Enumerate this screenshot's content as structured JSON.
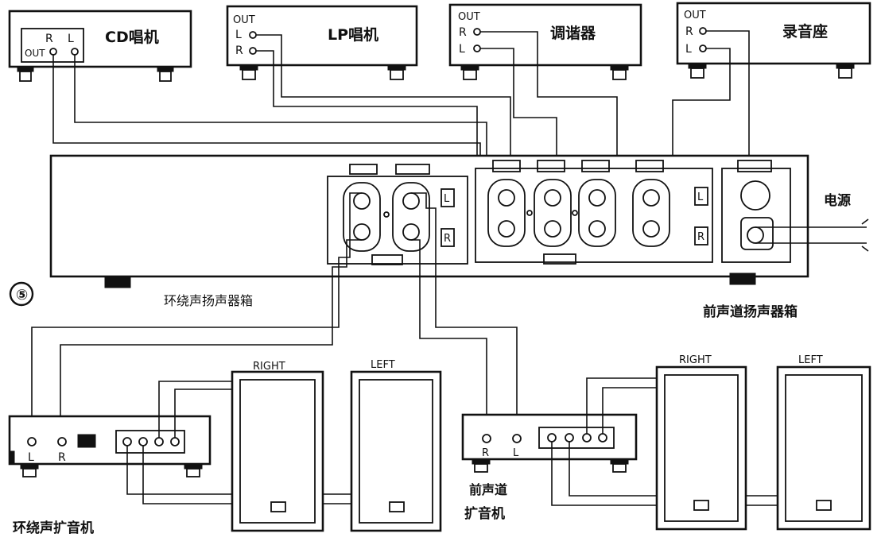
{
  "figure_number": "⑤",
  "sources": {
    "cd": {
      "name": "CD唱机",
      "out": "OUT",
      "r": "R",
      "l": "L"
    },
    "lp": {
      "name": "LP唱机",
      "out": "OUT",
      "l": "L",
      "r": "R"
    },
    "tuner": {
      "name": "调谐器",
      "out": "OUT",
      "r": "R",
      "l": "L"
    },
    "tape": {
      "name": "录音座",
      "out": "OUT",
      "r": "R",
      "l": "L"
    }
  },
  "cabinet": {
    "l": "L",
    "r": "R",
    "power_label": "电源",
    "surround_caption": "环绕声扬声器箱",
    "front_caption": "前声道扬声器箱"
  },
  "surround_amp": {
    "l": "L",
    "r": "R",
    "caption": "环绕声扩音机",
    "speaker_right": "RIGHT",
    "speaker_left": "LEFT"
  },
  "front_amp": {
    "r": "R",
    "l": "L",
    "caption_line1": "前声道",
    "caption_line2": "扩音机",
    "speaker_right": "RIGHT",
    "speaker_left": "LEFT"
  }
}
